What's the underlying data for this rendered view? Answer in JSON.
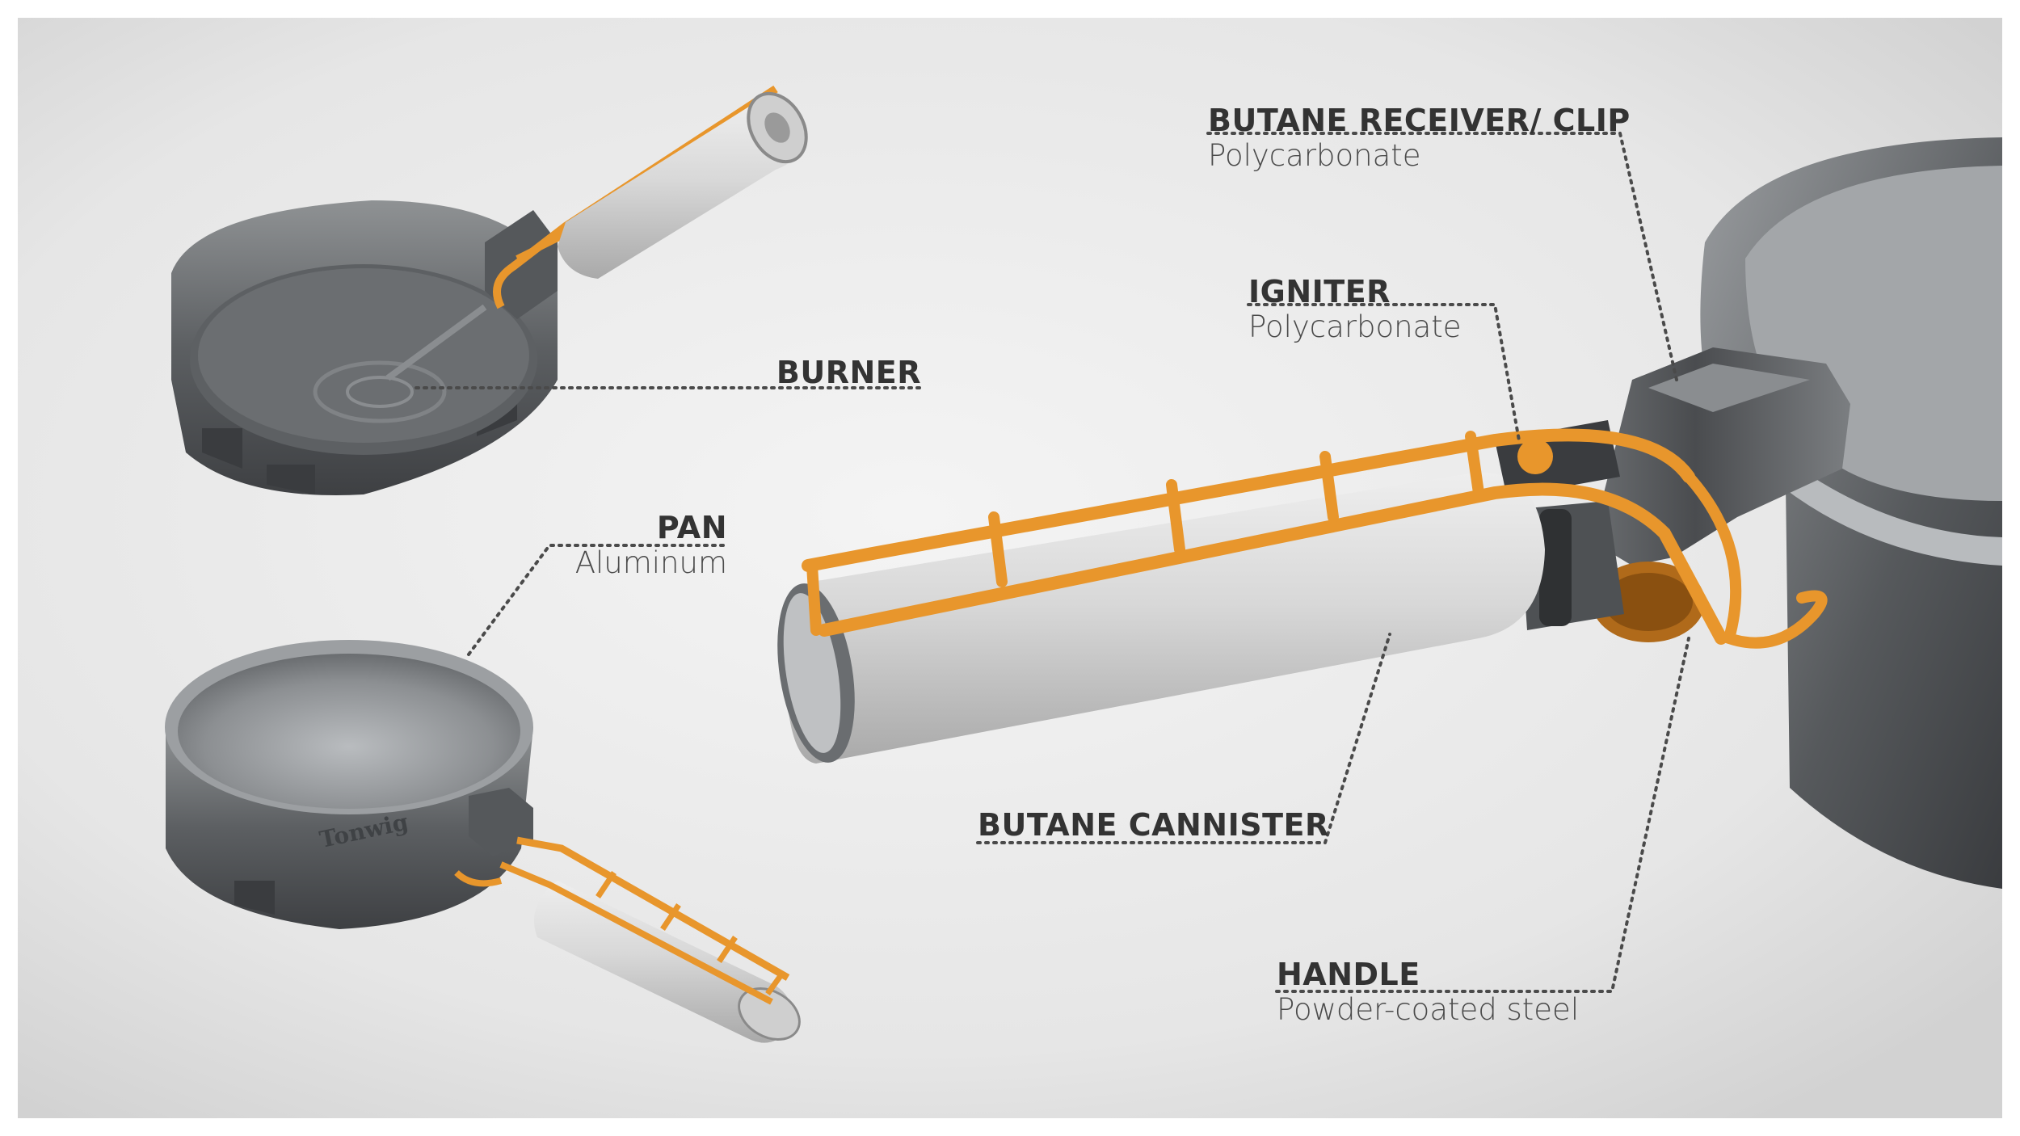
{
  "callouts": {
    "burner": {
      "name": "BURNER"
    },
    "pan": {
      "name": "PAN",
      "material": "Aluminum"
    },
    "receiver": {
      "name": "BUTANE RECEIVER/ CLIP",
      "material": "Polycarbonate"
    },
    "igniter": {
      "name": "IGNITER",
      "material": "Polycarbonate"
    },
    "cannister": {
      "name": "BUTANE CANNISTER"
    },
    "handle": {
      "name": "HANDLE",
      "material": "Powder-coated steel"
    }
  },
  "pan_logo": "Tonwig",
  "colors": {
    "frame": "#ffffff",
    "background": "#eeeeee",
    "steel_dark": "#55585b",
    "steel_mid": "#8a8d90",
    "steel_light": "#c8cacc",
    "canister": "#d9d9d9",
    "accent_orange": "#e8962c",
    "leader_line": "#4a4a4a"
  }
}
